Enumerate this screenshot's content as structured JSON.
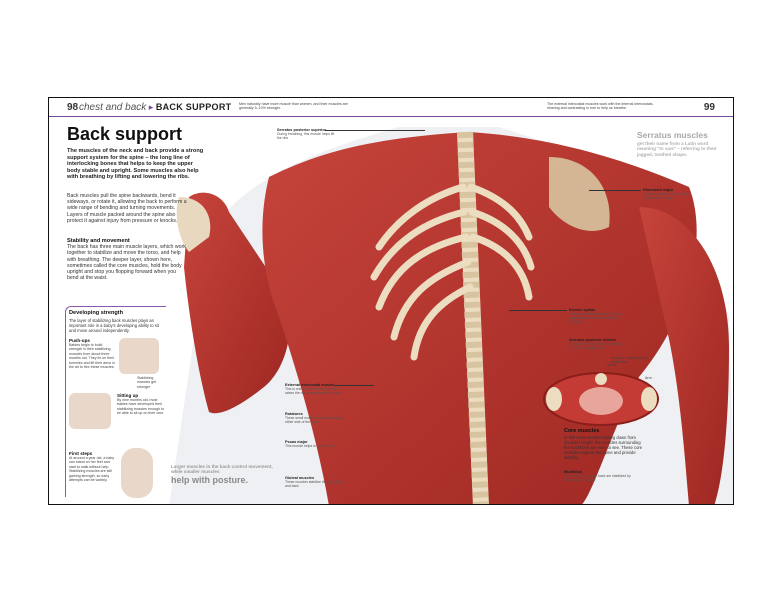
{
  "header": {
    "left_page_number": "98",
    "section": "chest and back",
    "topic": "BACK SUPPORT",
    "left_note": "Men naturally have more muscle than women, and their muscles are generally 5–10% stronger.",
    "right_note": "The external intercostal muscles work with the internal intercostals, relaxing and contracting in turn to help us breathe.",
    "right_page_number": "99"
  },
  "article": {
    "title": "Back support",
    "intro": "The muscles of the neck and back provide a strong support system for the spine – the long line of interlocking bones that helps to keep the upper body stable and upright. Some muscles also help with breathing by lifting and lowering the ribs.",
    "body": "Back muscles pull the spine backwards, bend it sideways, or rotate it, allowing the back to perform a wide range of bending and turning movements. Layers of muscle packed around the spine also protect it against injury from pressure or knocks.",
    "stability_heading": "Stability and movement",
    "stability_text": "The back has three main muscle layers, which work together to stabilize and move the torso, and help with breathing. The deeper layer, shown here, sometimes called the core muscles, hold the body upright and stop you flopping forward when you bend at the waist."
  },
  "developing": {
    "heading": "Developing strength",
    "text": "The layer of stabilizing back muscles plays an important role in a baby's developing ability to sit and move around independently.",
    "pushups_heading": "Push-ups",
    "pushups_text": "Babies begin to build strength in their stabilizing muscles from about three months old. They lie on their tummies and lift their arms in the air to flex these muscles.",
    "stabilizing_label": "Stabilizing muscles get stronger",
    "sitting_heading": "Sitting up",
    "sitting_text": "By nine months old, most babies have developed their stabilizing muscles enough to be able to sit up on their own.",
    "first_steps_heading": "First steps",
    "first_steps_text": "At around a year old, a baby can stand on her feet and start to walk without help. Stabilizing muscles are still gaining strength, so early attempts can be wobbly."
  },
  "callouts": {
    "serratus_posterior_superior_h": "Serratus posterior superior",
    "serratus_posterior_superior_t": "During breathing, this muscle helps lift the ribs",
    "external_intercostal_h": "External intercostal muscle",
    "external_intercostal_t": "This is one of a set of muscles that raises the ribs and expands the chest",
    "rotatores_h": "Rotatores",
    "rotatores_t": "These small muscles run all the way up either side of the spine",
    "psoas_major_h": "Psoas major",
    "psoas_major_t": "This muscle helps to bend the hip",
    "gluteal_h": "Gluteal muscles",
    "gluteal_t": "These muscles stabilize the hip, pelvis, and back",
    "rhomboid_h": "Rhomboid major",
    "rhomboid_t": "This muscle holds the shoulder blade to the ribcage",
    "erector_h": "Erector spinae",
    "erector_t": "This group of back muscles forms a supporting column on either side of the spine",
    "serratus_inferior_h": "Serratus posterior inferior",
    "serratus_inferior_t": "During breathing, this muscle helps pull the lower ribs down",
    "multifidus_h": "Multifidus",
    "multifidus_t": "The joints of the lower back are stabilized by this long, thin muscle",
    "cs_spine": "Spine",
    "cs_arm": "Arm",
    "cs_support": "Muscles supporting the body area"
  },
  "serratus": {
    "heading": "Serratus muscles",
    "text": "get their name from a Latin word meaning \"to saw\" – referring to their jagged, toothed shape."
  },
  "core": {
    "heading": "Core muscles",
    "text": "In this cross section looking down from shoulder height, the muscles surrounding the backbone are easy to see. These core muscles support the spine and provide stability."
  },
  "quote": {
    "line": "Larger muscles in the back control movement, while smaller muscles",
    "big": "help with posture."
  },
  "colors": {
    "accent": "#7a4a9a",
    "muscle": "#b8322d",
    "bone": "#ecdcc0"
  }
}
